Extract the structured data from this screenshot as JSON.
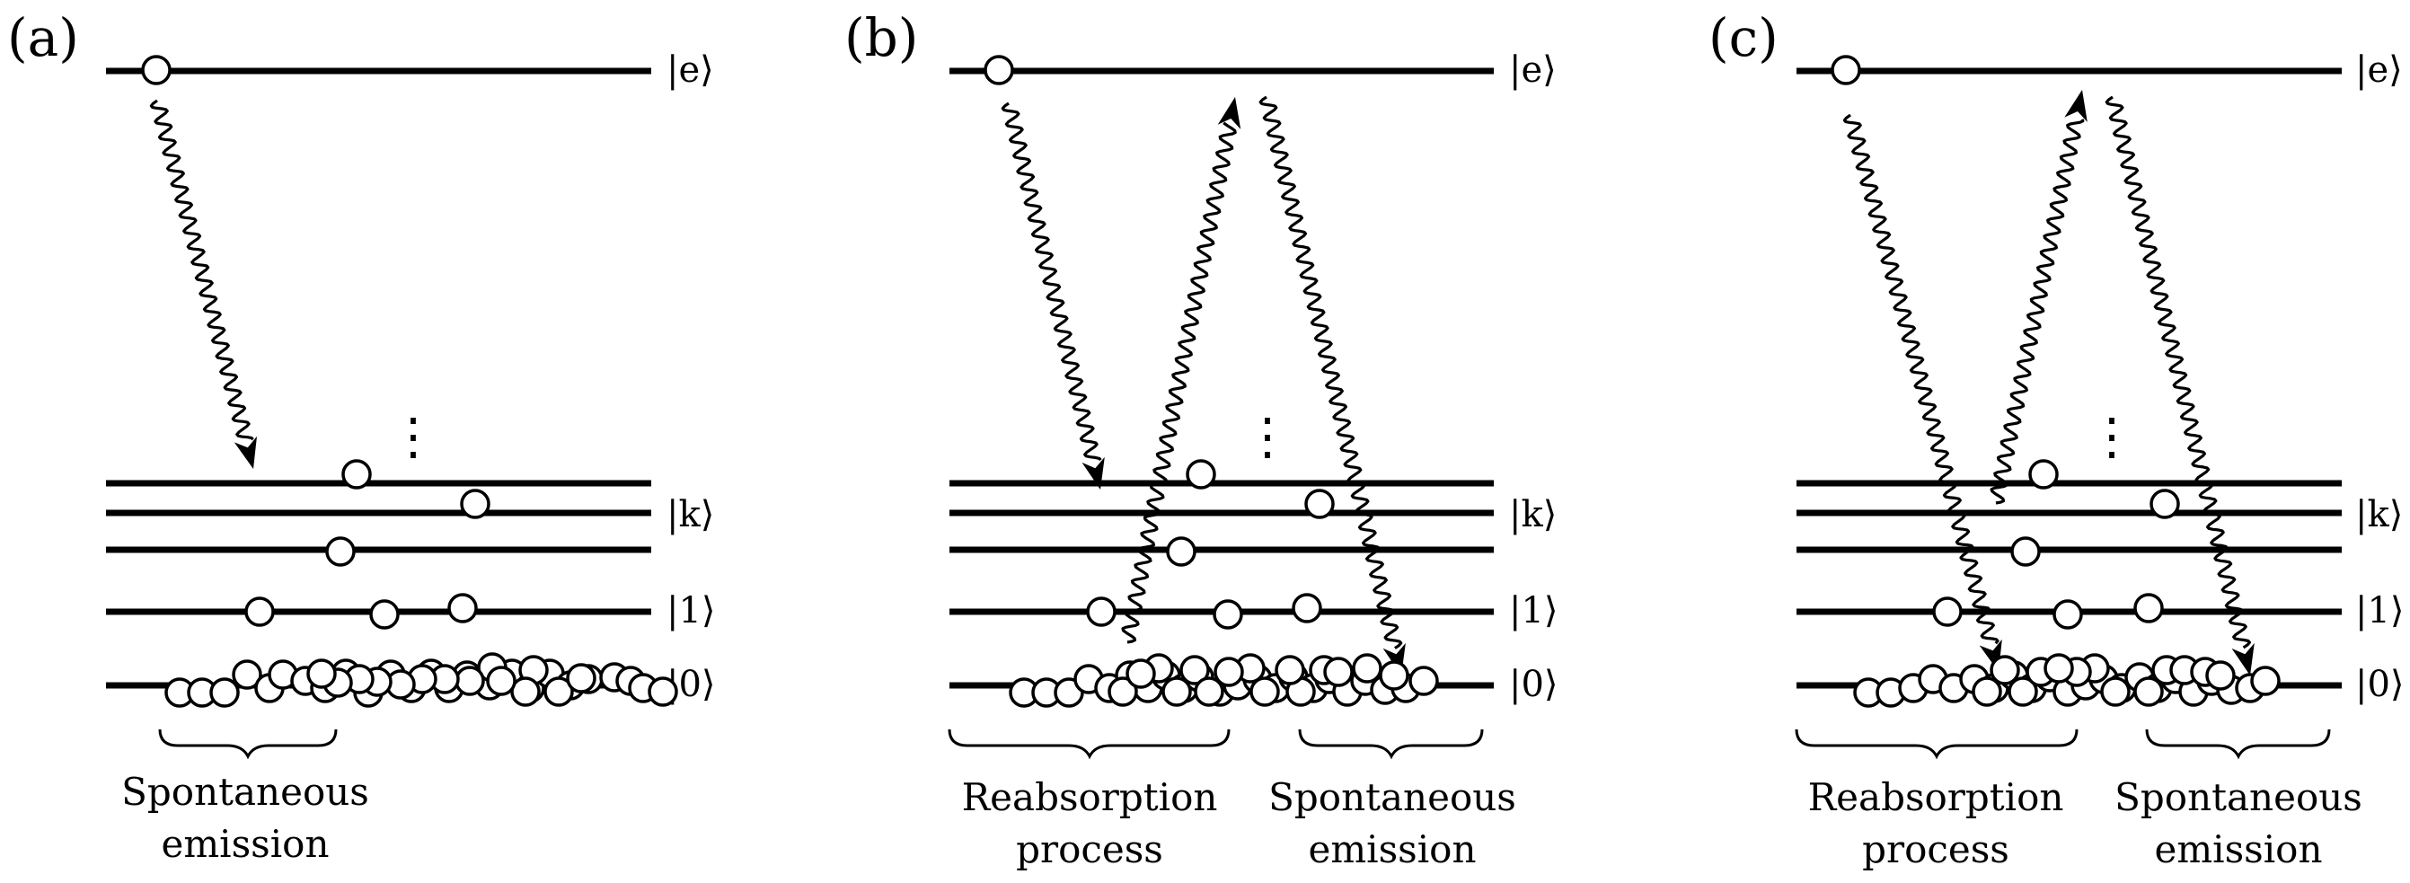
{
  "panels": [
    {
      "id": "a",
      "label": "(a)",
      "kets": {
        "e": "|e⟩",
        "k": "|k⟩",
        "one": "|1⟩",
        "zero": "|0⟩"
      },
      "captions": [
        {
          "lines": [
            "Spontaneous",
            "emission"
          ]
        }
      ]
    },
    {
      "id": "b",
      "label": "(b)",
      "kets": {
        "e": "|e⟩",
        "k": "|k⟩",
        "one": "|1⟩",
        "zero": "|0⟩"
      },
      "captions": [
        {
          "lines": [
            "Reabsorption",
            "process"
          ]
        },
        {
          "lines": [
            "Spontaneous",
            "emission"
          ]
        }
      ]
    },
    {
      "id": "c",
      "label": "(c)",
      "kets": {
        "e": "|e⟩",
        "k": "|k⟩",
        "one": "|1⟩",
        "zero": "|0⟩"
      },
      "captions": [
        {
          "lines": [
            "Reabsorption",
            "process"
          ]
        },
        {
          "lines": [
            "Spontaneous",
            "emission"
          ]
        }
      ]
    }
  ],
  "ellipsis": "⋮"
}
